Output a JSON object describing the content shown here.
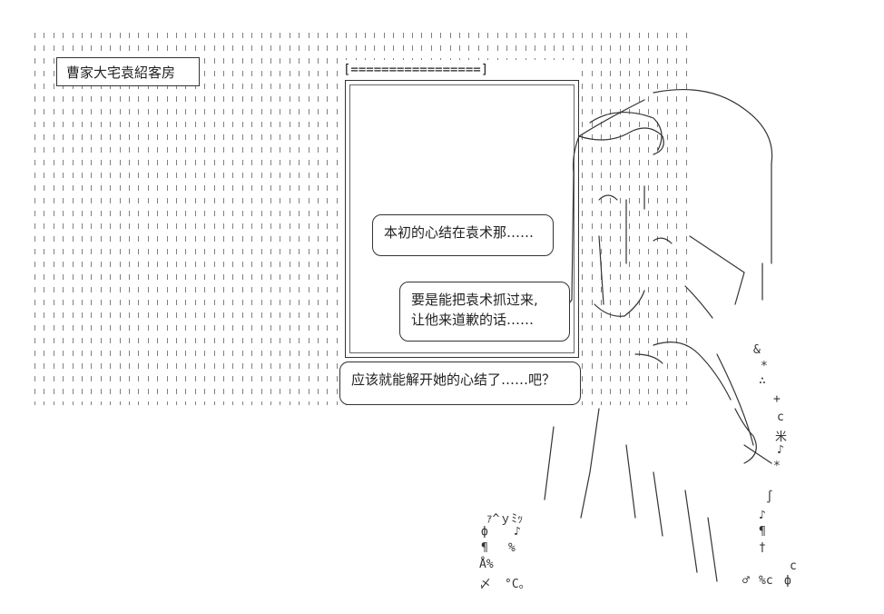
{
  "sign": {
    "label": "曹家大宅袁紹客房"
  },
  "screen": {
    "frame_text": "[=================]"
  },
  "bubbles": [
    {
      "lines": [
        "本初的心结在袁术那……"
      ]
    },
    {
      "lines": [
        "要是能把袁术抓过来,",
        "让他来道歉的话……"
      ]
    },
    {
      "lines": [
        "应该就能解开她的心结了……吧？"
      ]
    }
  ],
  "ascii": {
    "left_marks": [
      "ｧ^ｙﾐｯ",
      "ф",
      "♪",
      "¶",
      "%",
      "Å%",
      "〆",
      "°C。"
    ],
    "right_marks": [
      "&",
      "*",
      "∴",
      "+",
      "c",
      "米",
      "♪",
      "*",
      "∫",
      "♪",
      "¶",
      "†",
      "c",
      "♂",
      "%c",
      "ф"
    ]
  }
}
